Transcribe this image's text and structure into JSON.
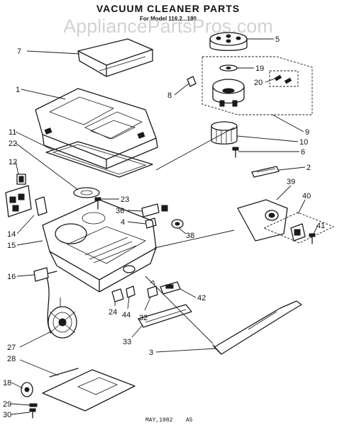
{
  "title": "VACUUM CLEANER PARTS",
  "subtitle": "For Model 116.2...180",
  "watermark": "AppliancePartsPros.com",
  "footer": {
    "date": "MAY,1982",
    "code": "A5"
  },
  "callouts": [
    "1",
    "2",
    "3",
    "4",
    "5",
    "6",
    "7",
    "8",
    "9",
    "10",
    "11",
    "12",
    "14",
    "15",
    "16",
    "18",
    "19",
    "20",
    "22",
    "23",
    "24",
    "27",
    "28",
    "29",
    "30",
    "32",
    "33",
    "36",
    "38",
    "39",
    "40",
    "41",
    "42",
    "44"
  ]
}
